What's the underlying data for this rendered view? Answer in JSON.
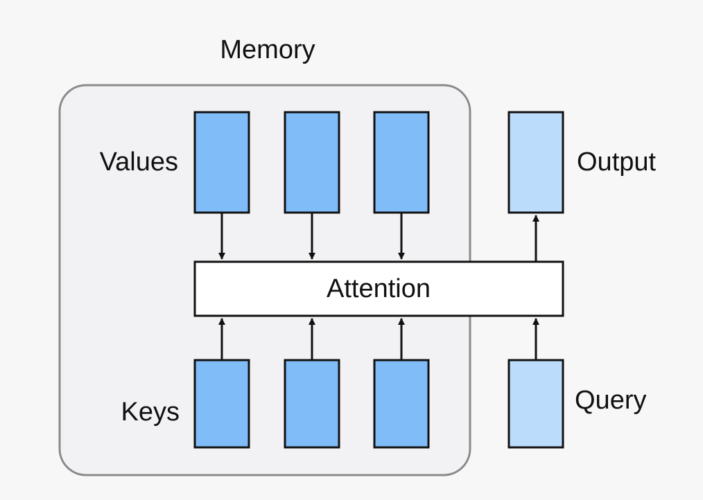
{
  "diagram": {
    "memory_label": "Memory",
    "values_label": "Values",
    "keys_label": "Keys",
    "output_label": "Output",
    "query_label": "Query",
    "attention_label": "Attention",
    "memory_value_count": 3,
    "memory_key_count": 3
  },
  "colors": {
    "background": "#f7f7f7",
    "memory_fill": "#f2f2f4",
    "memory_stroke": "#8a8a8a",
    "memory_vector_fill": "#7fbcf8",
    "query_output_fill": "#bcdcfc",
    "attention_fill": "#ffffff",
    "stroke": "#111111"
  }
}
